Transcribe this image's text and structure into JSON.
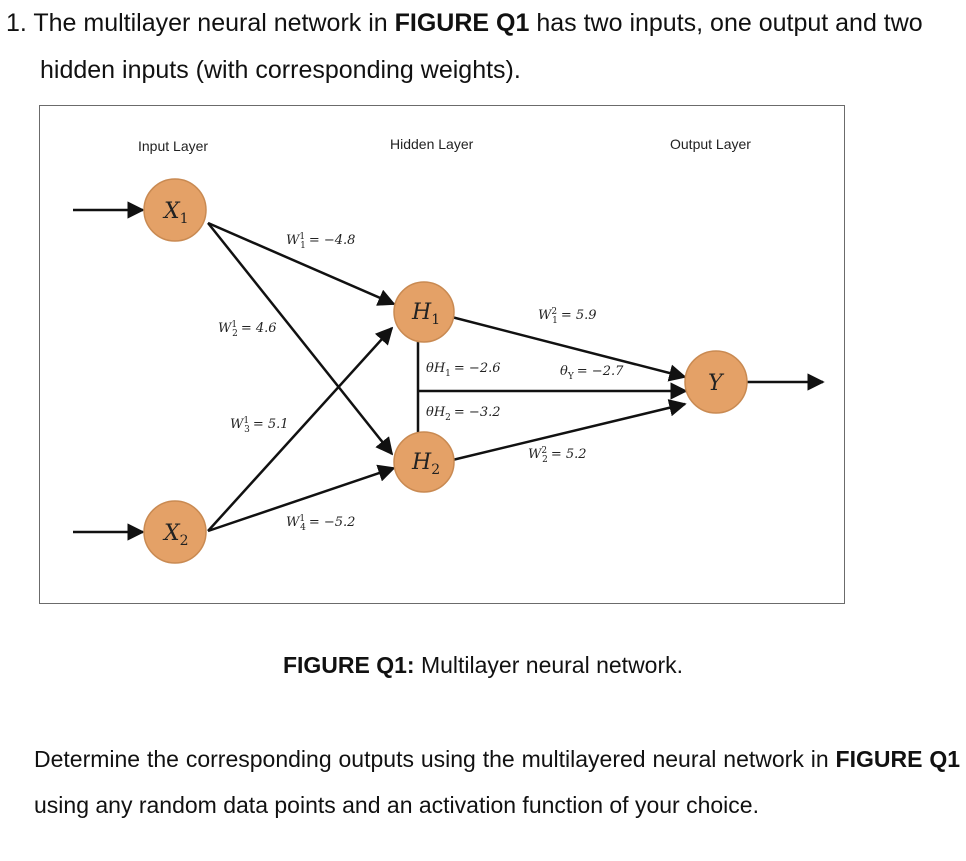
{
  "question": {
    "number": "1.",
    "line1_pre": "The multilayer neural network in ",
    "line1_bold": "FIGURE Q1",
    "line1_post": " has two inputs, one output and two",
    "line2": "hidden inputs (with corresponding weights)."
  },
  "diagram": {
    "layer_labels": {
      "input": "Input Layer",
      "hidden": "Hidden Layer",
      "output": "Output Layer"
    },
    "nodes": {
      "x1": {
        "main": "X",
        "sub": "1"
      },
      "x2": {
        "main": "X",
        "sub": "2"
      },
      "h1": {
        "main": "H",
        "sub": "1"
      },
      "h2": {
        "main": "H",
        "sub": "2"
      },
      "y": {
        "main": "Y",
        "sub": ""
      }
    },
    "weights": {
      "w1_1": {
        "base": "W",
        "sub": "1",
        "sup": "1",
        "value": "= −4.8"
      },
      "w2_1": {
        "base": "W",
        "sub": "2",
        "sup": "1",
        "value": "= 4.6"
      },
      "w3_1": {
        "base": "W",
        "sub": "3",
        "sup": "1",
        "value": "= 5.1"
      },
      "w4_1": {
        "base": "W",
        "sub": "4",
        "sup": "1",
        "value": "= −5.2"
      },
      "w1_2": {
        "base": "W",
        "sub": "1",
        "sup": "2",
        "value": "= 5.9"
      },
      "w2_2": {
        "base": "W",
        "sub": "2",
        "sup": "2",
        "value": "= 5.2"
      }
    },
    "thresholds": {
      "theta_h1": {
        "base": "θH",
        "sub": "1",
        "value": "= −2.6"
      },
      "theta_h2": {
        "base": "θH",
        "sub": "2",
        "value": "= −3.2"
      },
      "theta_y": {
        "base": "θ",
        "sub": "Y",
        "value": "= −2.7"
      }
    },
    "node_color": "#e4a167",
    "node_stroke": "#c98a52"
  },
  "caption": {
    "bold": "FIGURE Q1:",
    "text": " Multilayer neural network."
  },
  "task": {
    "pre": "Determine the corresponding outputs using the multilayered neural network in ",
    "bold": "FIGURE Q1",
    "post": " using any random data points and an activation function of your choice."
  }
}
